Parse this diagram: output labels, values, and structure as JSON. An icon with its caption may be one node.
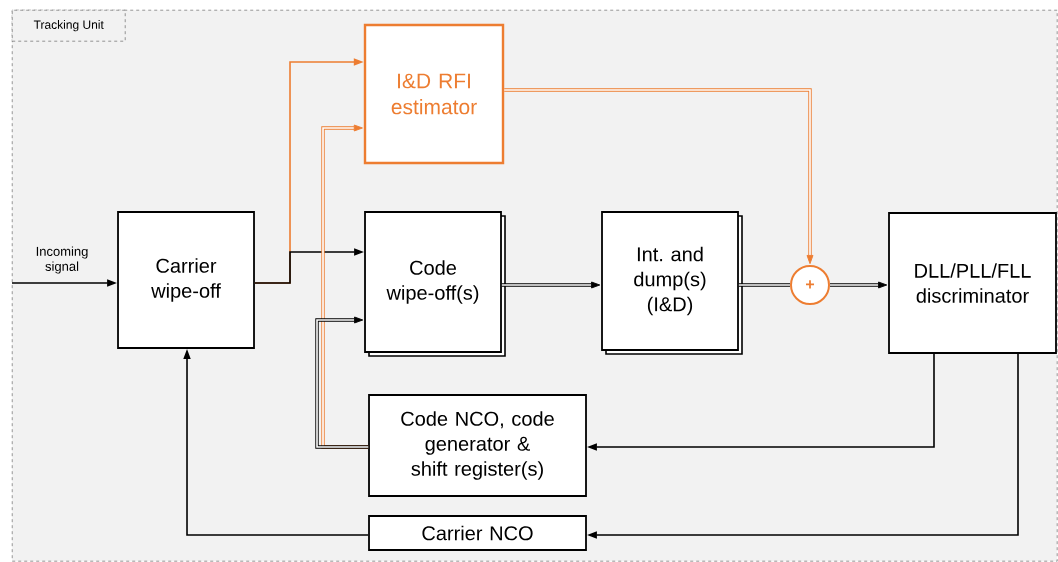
{
  "diagram": {
    "nodes": [
      {
        "text": [
          "Tracking Unit"
        ]
      },
      {
        "text": [
          "I&D RFI estimator"
        ],
        "in": 0
      },
      {
        "text": [
          "Carrier wipe-off"
        ],
        "in": 0
      },
      {
        "text": [
          "Code wipe-off(s)"
        ],
        "in": 0
      },
      {
        "text": [
          "Int. and dump(s) (I&D)"
        ],
        "in": 0
      },
      {
        "text": [
          "+"
        ],
        "in": 0
      },
      {
        "text": [
          "DLL/PLL/FLL discriminator"
        ],
        "in": 0
      },
      {
        "text": [
          "Code NCO, code generator & shift register(s)"
        ],
        "in": 0
      },
      {
        "text": [
          "Carrier NCO"
        ],
        "in": 0
      }
    ],
    "edges": [
      {
        "from": null,
        "to": 2,
        "arrow": "to",
        "label": "Incoming signal"
      },
      {
        "from": 2,
        "to": 1,
        "arrow": "to",
        "color": "#ed7d31"
      },
      {
        "from": 2,
        "to": 3,
        "arrow": "to"
      },
      {
        "from": 7,
        "to": 1,
        "arrow": "to",
        "style": "thick",
        "color": "#ed7d31"
      },
      {
        "from": 7,
        "to": 3,
        "arrow": "to",
        "style": "thick"
      },
      {
        "from": 3,
        "to": 4,
        "arrow": "to",
        "style": "thick"
      },
      {
        "from": 4,
        "to": 5,
        "arrow": "none",
        "style": "thick"
      },
      {
        "from": 1,
        "to": 5,
        "arrow": "to",
        "style": "thick",
        "color": "#ed7d31"
      },
      {
        "from": 5,
        "to": 6,
        "arrow": "to",
        "style": "thick"
      },
      {
        "from": 6,
        "to": 7,
        "arrow": "to"
      },
      {
        "from": 6,
        "to": 8,
        "arrow": "to"
      },
      {
        "from": 8,
        "to": 2,
        "arrow": "to"
      }
    ]
  }
}
